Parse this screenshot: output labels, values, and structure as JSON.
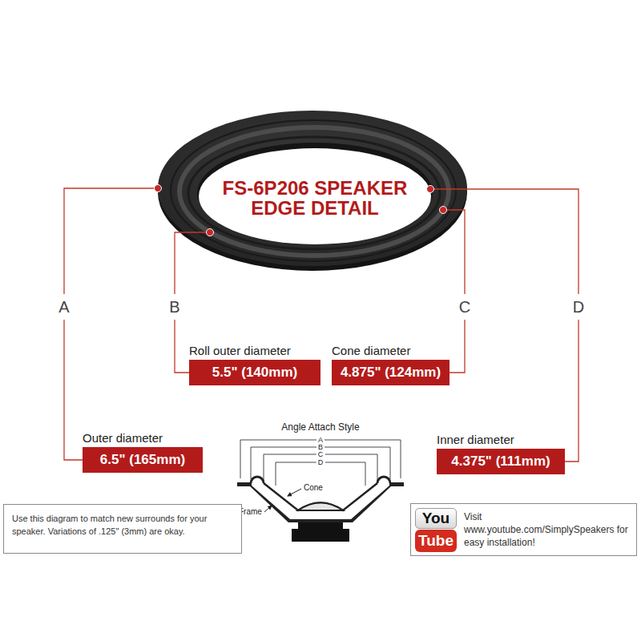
{
  "diagram": {
    "title": "FS-6P206 SPEAKER EDGE DETAIL",
    "nodes": [
      {
        "text": [
          "Roll outer diameter",
          "5.5\" (140mm)"
        ]
      },
      {
        "text": [
          "Cone diameter",
          "4.875\" (124mm)"
        ]
      },
      {
        "text": [
          "Outer diameter",
          "6.5\" (165mm)"
        ]
      },
      {
        "text": [
          "Inner diameter",
          "4.375\" (111mm)"
        ]
      },
      {
        "text": [
          "Use this diagram to match new surrounds for your speaker. Variations of .125\" (3mm) are okay."
        ]
      },
      {
        "text": [
          "Visit www.youtube.com/SimplySpeakers for easy installation!"
        ]
      },
      {
        "text": [
          "You"
        ],
        "in": 5
      },
      {
        "text": [
          "Tube"
        ],
        "in": 5
      }
    ],
    "labels": [
      "A",
      "B",
      "C",
      "D",
      "Angle Attach Style",
      "A",
      "B",
      "C",
      "D",
      "Cone",
      "Frame"
    ]
  }
}
